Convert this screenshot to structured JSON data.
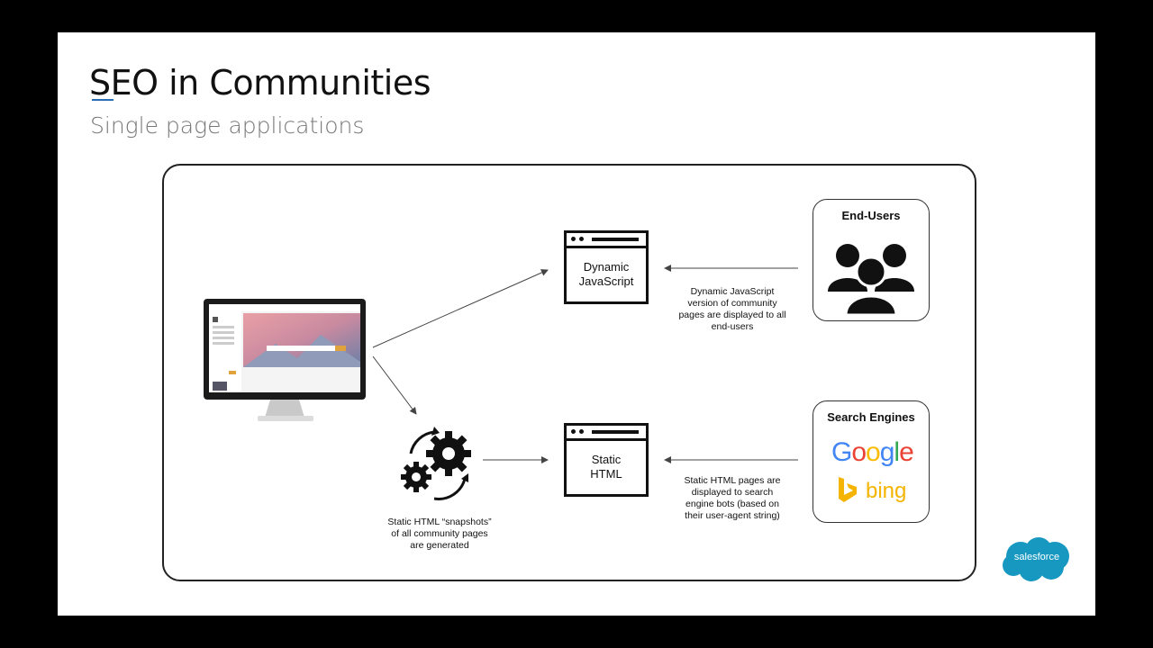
{
  "slide": {
    "title": "SEO in Communities",
    "subtitle": "Single page applications"
  },
  "diagram": {
    "dynamic_window": {
      "line1": "Dynamic",
      "line2": "JavaScript"
    },
    "static_window": {
      "line1": "Static",
      "line2": "HTML"
    },
    "end_users": {
      "heading": "End-Users",
      "icon": "users-group-icon"
    },
    "search_engines": {
      "heading": "Search Engines",
      "google": "Google",
      "bing": "bing"
    },
    "caption_dynamic": [
      "Dynamic JavaScript",
      "version of community",
      "pages are displayed to all",
      "end-users"
    ],
    "caption_static": [
      "Static HTML pages are",
      "displayed to search",
      "engine bots (based on",
      "their user-agent string)"
    ],
    "caption_snapshots": [
      "Static HTML “snapshots”",
      "of all community pages",
      "are generated"
    ]
  },
  "brand": {
    "logo_text": "salesforce",
    "color": "#1798c1"
  },
  "colors": {
    "google_blue": "#4285f4",
    "google_red": "#ea4335",
    "google_yellow": "#fbbc05",
    "google_green": "#34a853",
    "bing": "#f4b400"
  }
}
